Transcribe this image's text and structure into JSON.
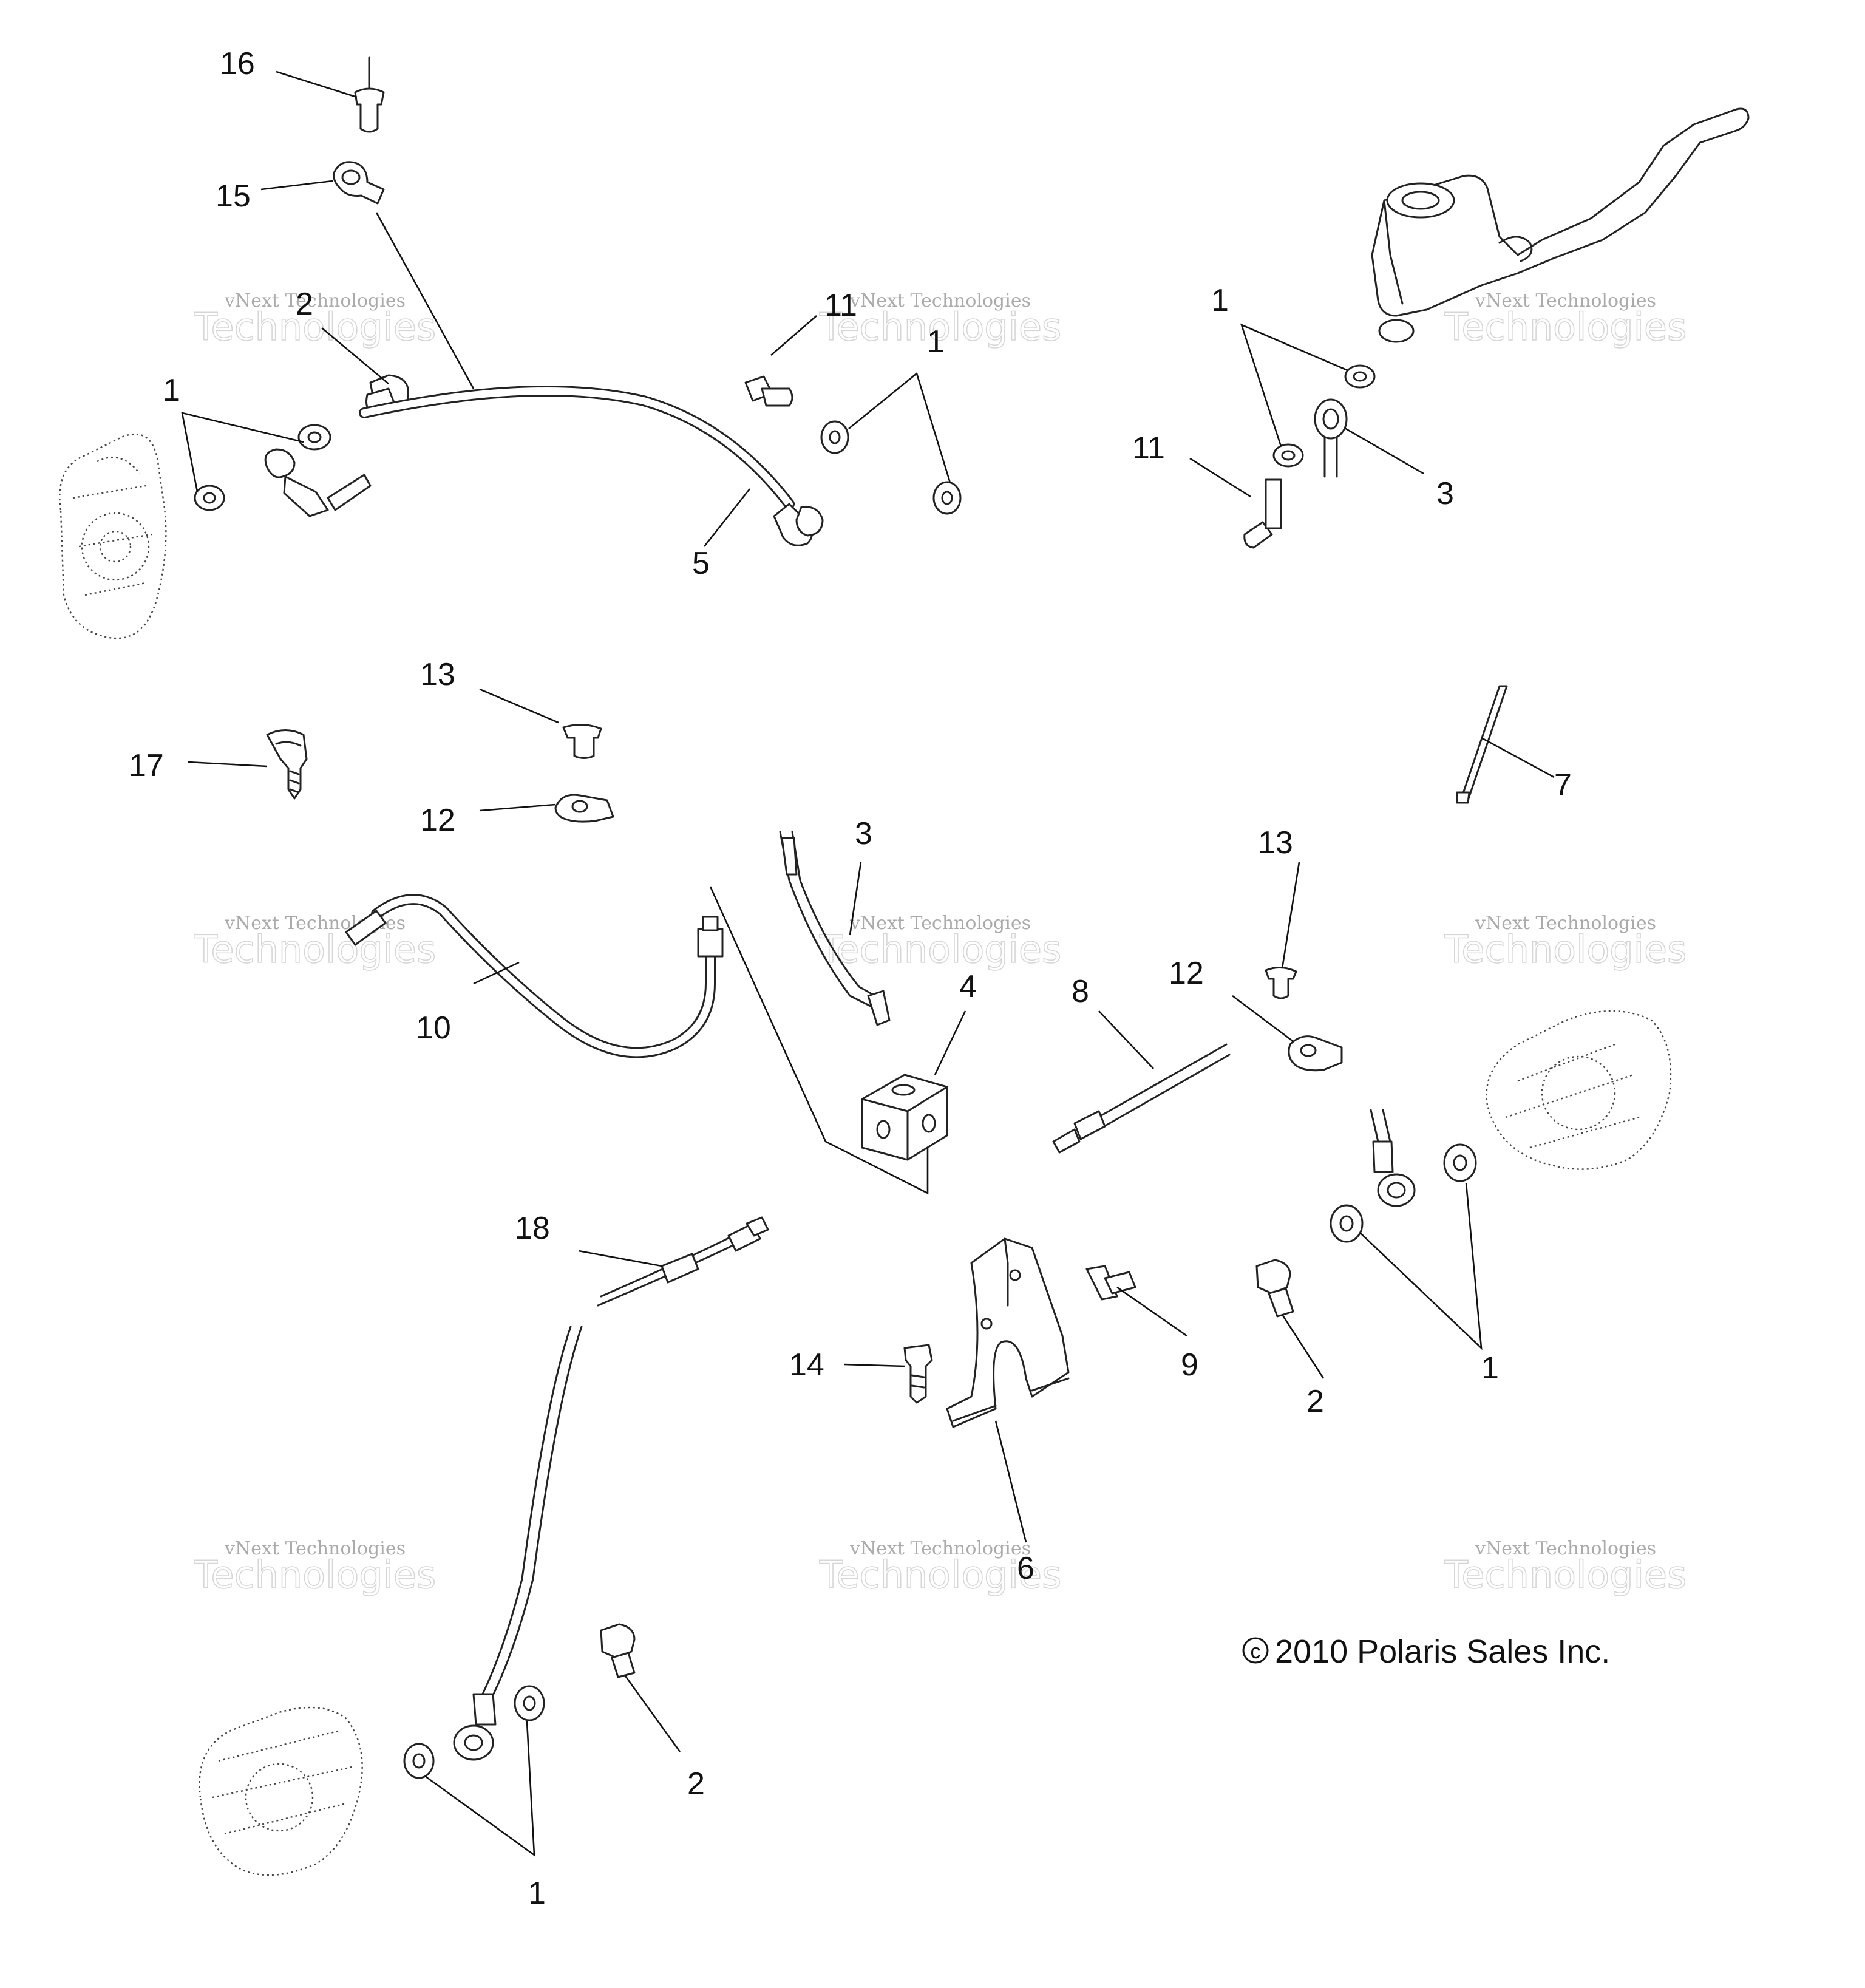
{
  "callouts": {
    "c16": "16",
    "c15": "15",
    "c2_top": "2",
    "c1_topleft": "1",
    "c5": "5",
    "c11_top": "11",
    "c1_topmid": "1",
    "c1_topright": "1",
    "c11_right": "11",
    "c3_top": "3",
    "c13_left": "13",
    "c17": "17",
    "c12_left": "12",
    "c10": "10",
    "c3_mid": "3",
    "c4": "4",
    "c8": "8",
    "c12_right": "12",
    "c13_right": "13",
    "c7": "7",
    "c18": "18",
    "c14": "14",
    "c6": "6",
    "c9": "9",
    "c2_mid": "2",
    "c1_midright": "1",
    "c2_bottom": "2",
    "c1_bottom": "1"
  },
  "copyright": "2010 Polaris Sales Inc.",
  "copyright_symbol": "c",
  "watermark": {
    "line1": "vNext Technologies",
    "line2": "Technologies"
  }
}
